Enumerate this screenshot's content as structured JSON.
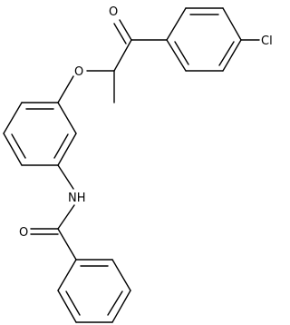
{
  "molecule": {
    "atoms": [
      {
        "id": "O_carbonyl_top",
        "label": "O"
      },
      {
        "id": "Cl",
        "label": "Cl"
      },
      {
        "id": "O_ether",
        "label": "O"
      },
      {
        "id": "N",
        "label": "NH"
      },
      {
        "id": "O_amide",
        "label": "O"
      }
    ],
    "line_color": "#000000",
    "background": "#ffffff"
  }
}
